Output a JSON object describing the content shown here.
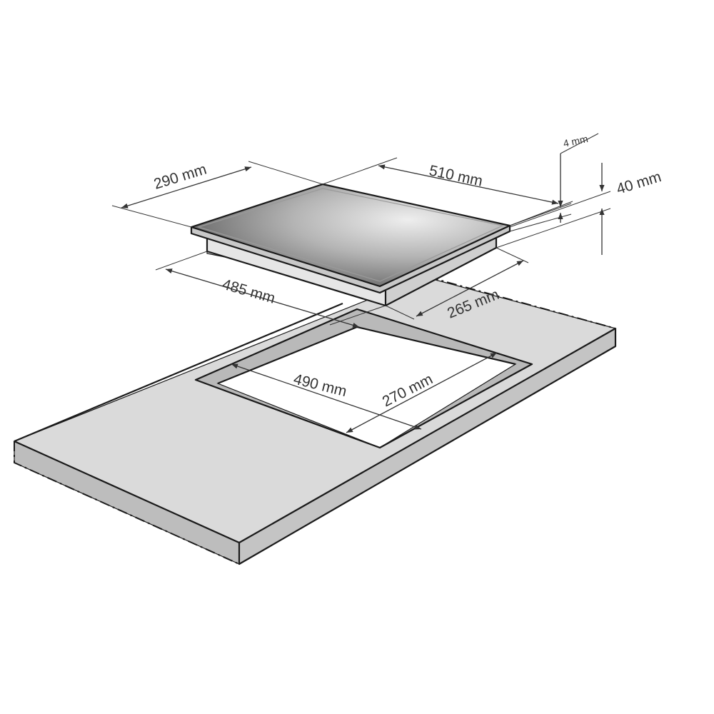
{
  "colors": {
    "countertop_top": "#dadada",
    "countertop_front": "#c4c4c4",
    "countertop_side": "#bdbdbd",
    "cutout_walls": "#b9b9b9",
    "cutout_floor": "#ffffff",
    "glass_dark": "#555555",
    "glass_light": "#eeeeee",
    "frame": "#c8c8c8",
    "body_left": "#e6e6e6",
    "body_right": "#cfcfcf",
    "lines": "#1a1a1a"
  },
  "dimensions": {
    "hob_depth": "290 mm",
    "hob_width": "510 mm",
    "glass_thickness": "4 mm",
    "hob_height": "40 mm",
    "body_width": "485 mm",
    "body_depth": "265 mm",
    "cutout_width": "490 mm",
    "cutout_depth": "270 mm"
  }
}
